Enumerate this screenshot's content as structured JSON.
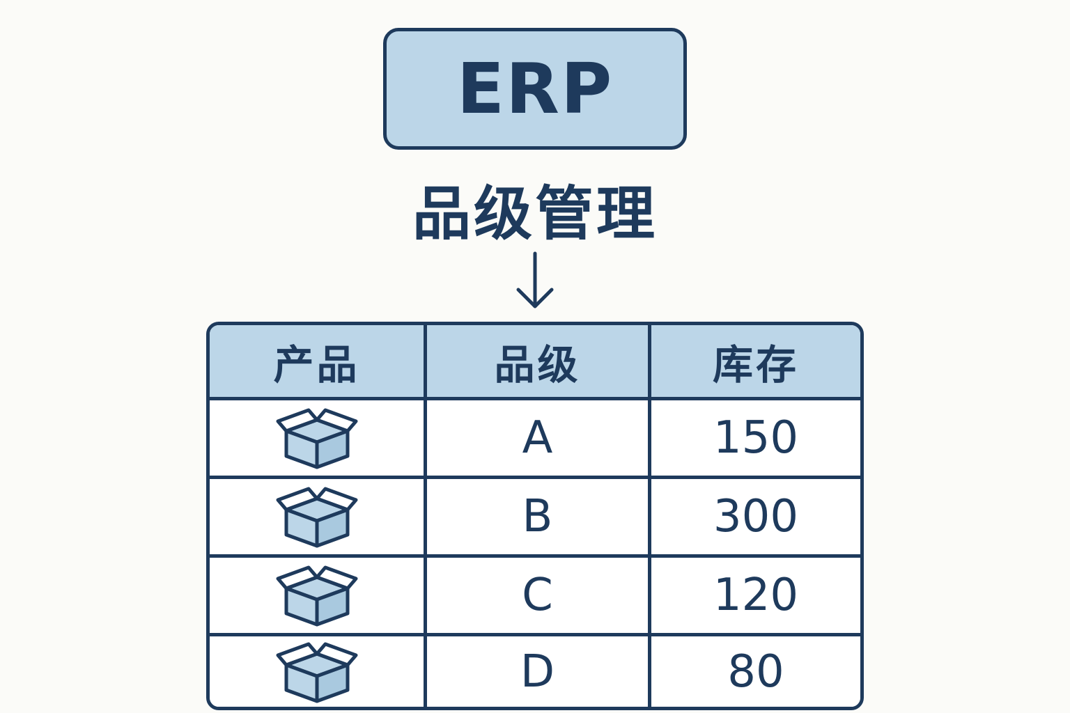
{
  "title": "ERP",
  "subtitle": "品级管理",
  "table": {
    "headers": [
      "产品",
      "品级",
      "库存"
    ],
    "rows": [
      {
        "product_icon": "box-icon",
        "grade": "A",
        "stock": "150"
      },
      {
        "product_icon": "box-icon",
        "grade": "B",
        "stock": "300"
      },
      {
        "product_icon": "box-icon",
        "grade": "C",
        "stock": "120"
      },
      {
        "product_icon": "box-icon",
        "grade": "D",
        "stock": "80"
      }
    ]
  },
  "colors": {
    "navy": "#1e3a5c",
    "light_blue": "#bcd6e8",
    "background": "#fbfbf8"
  },
  "icons": {
    "connector": "down-arrow-icon"
  }
}
